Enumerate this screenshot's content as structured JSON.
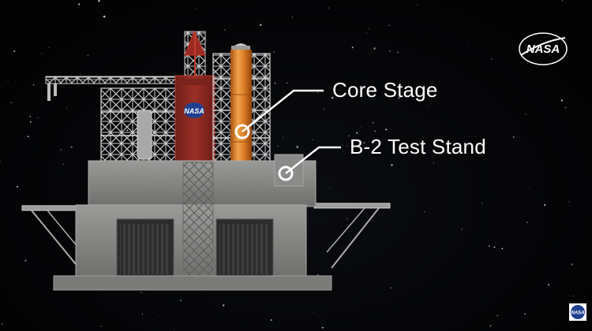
{
  "annotations": {
    "core_stage": "Core Stage",
    "test_stand": "B-2 Test Stand"
  },
  "logos": {
    "top_right": "NASA",
    "bottom_right": "NASA",
    "building": "NASA"
  },
  "colors": {
    "background": "#050506",
    "core_stage_orange": "#d9791f",
    "stand_concrete": "#8c8c8a",
    "building_red": "#8f2a22",
    "label_text": "#ffffff",
    "callout_line": "#ffffff"
  }
}
